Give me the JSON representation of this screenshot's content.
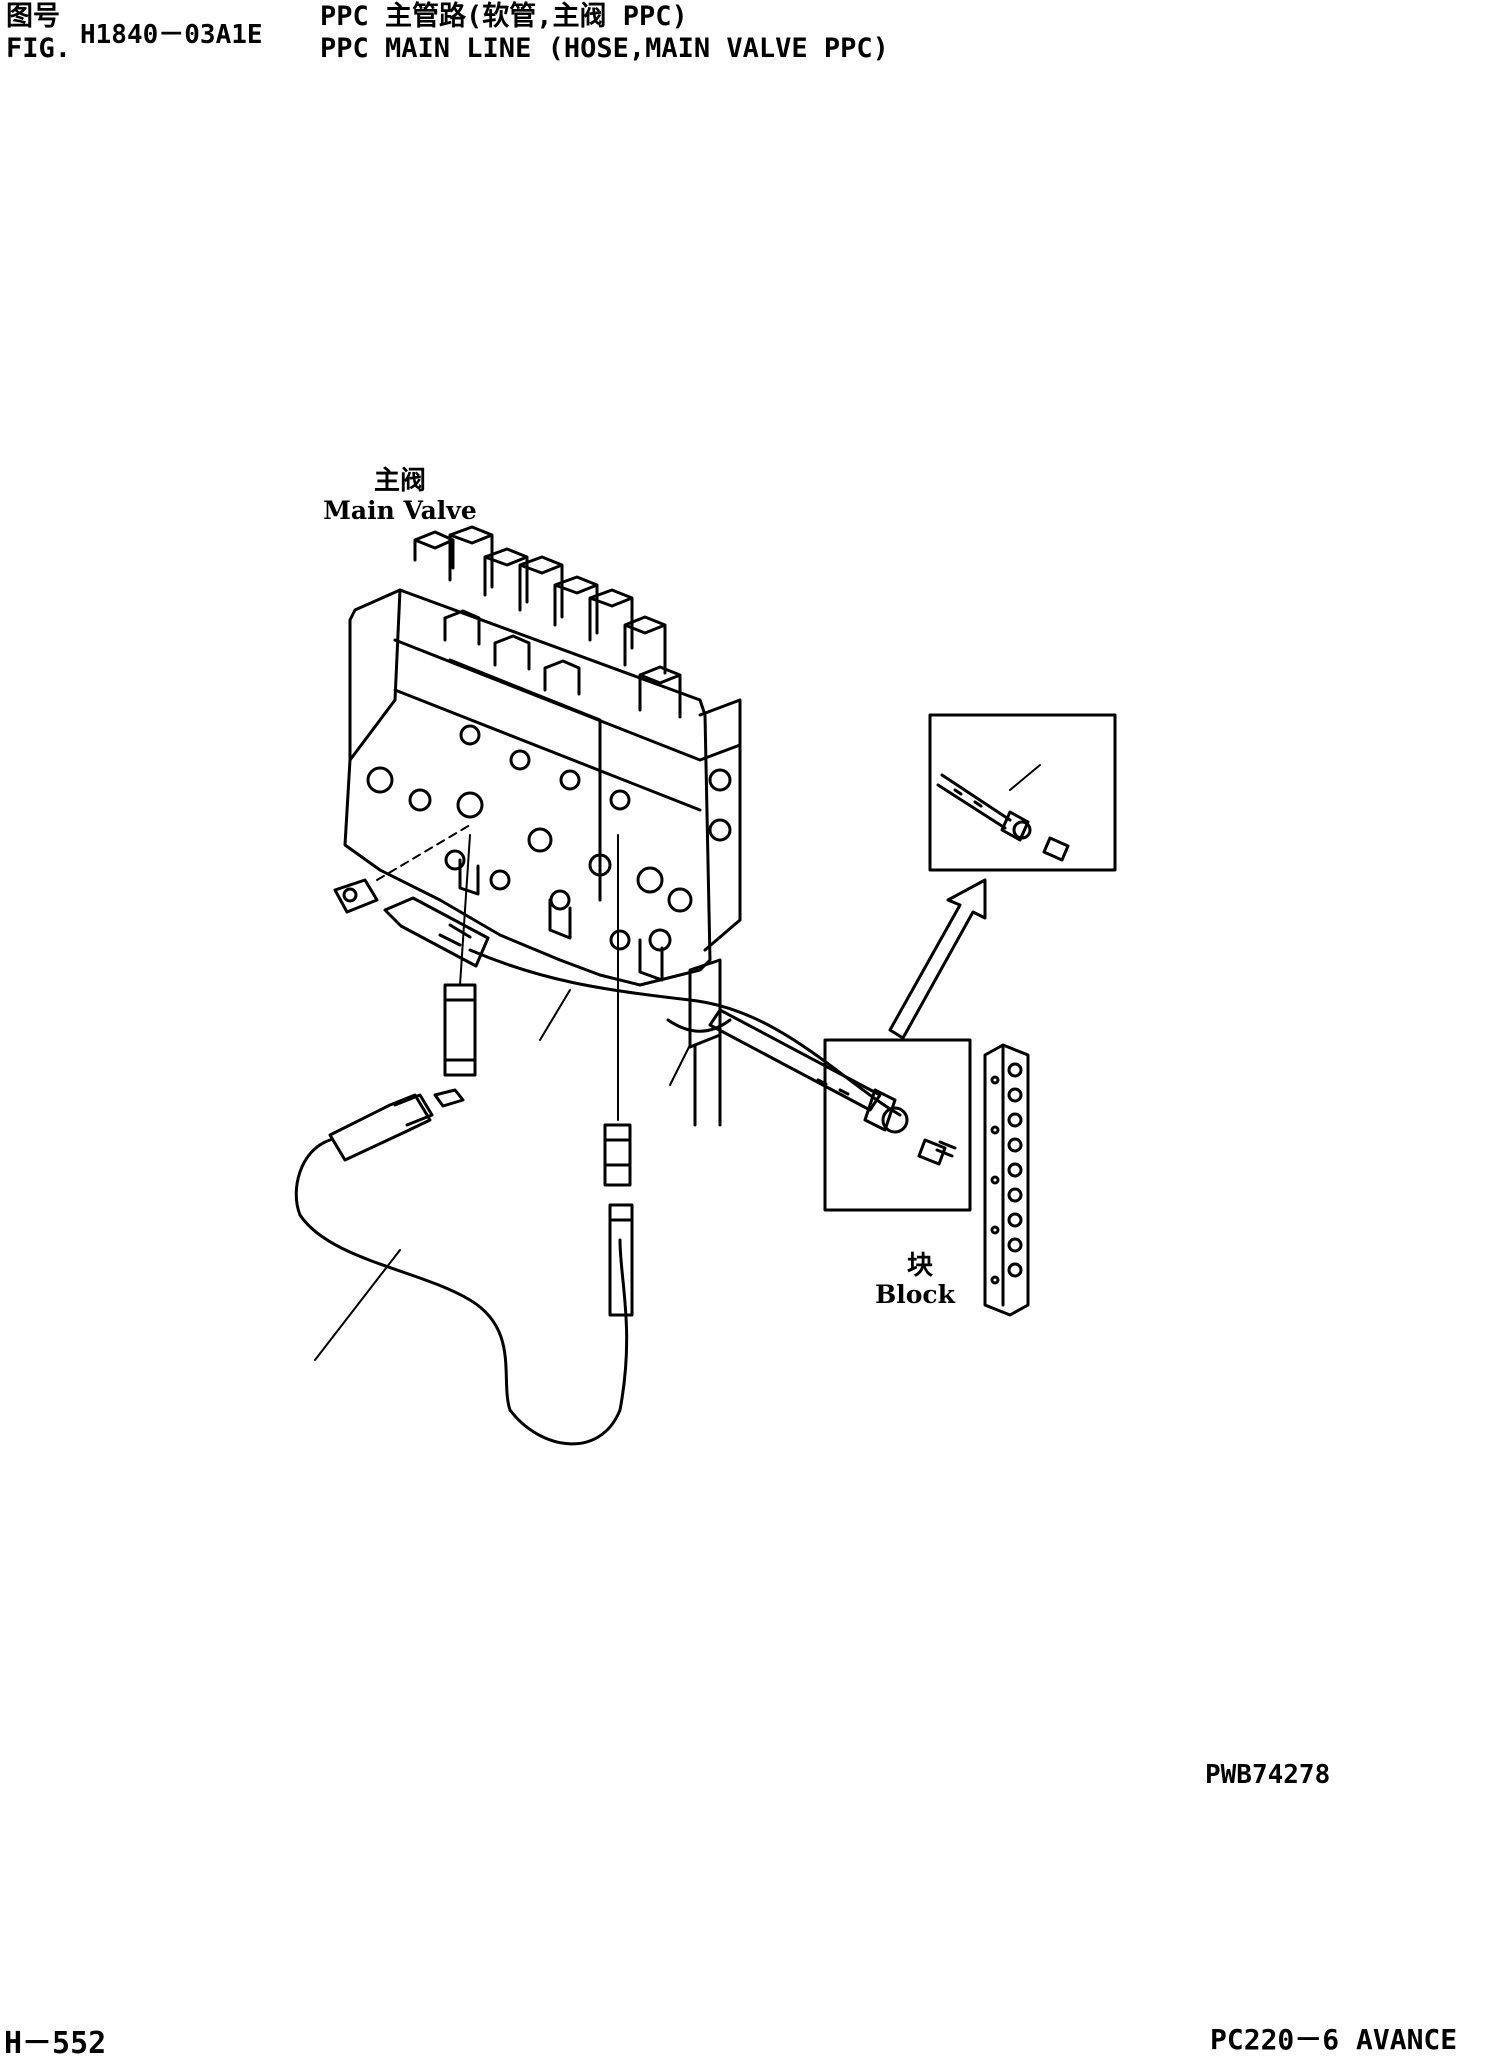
{
  "header": {
    "fig_label_cn": "图号",
    "fig_label_en": "FIG.",
    "fig_number": "H1840－03A1E",
    "title_cn": "PPC 主管路(软管,主阀 PPC)",
    "title_en": "PPC MAIN LINE (HOSE,MAIN VALVE PPC)"
  },
  "labels": {
    "main_valve_cn": "主阀",
    "main_valve_en": "Main Valve",
    "block_cn": "块",
    "block_en": "Block"
  },
  "drawing_code": "PWB74278",
  "footer": {
    "page": "H－552",
    "model": "PC220－6 AVANCE"
  },
  "icons": [
    "main-valve-icon",
    "block-icon",
    "hose-icon",
    "elbow-fitting-icon",
    "detail-arrow-icon"
  ]
}
